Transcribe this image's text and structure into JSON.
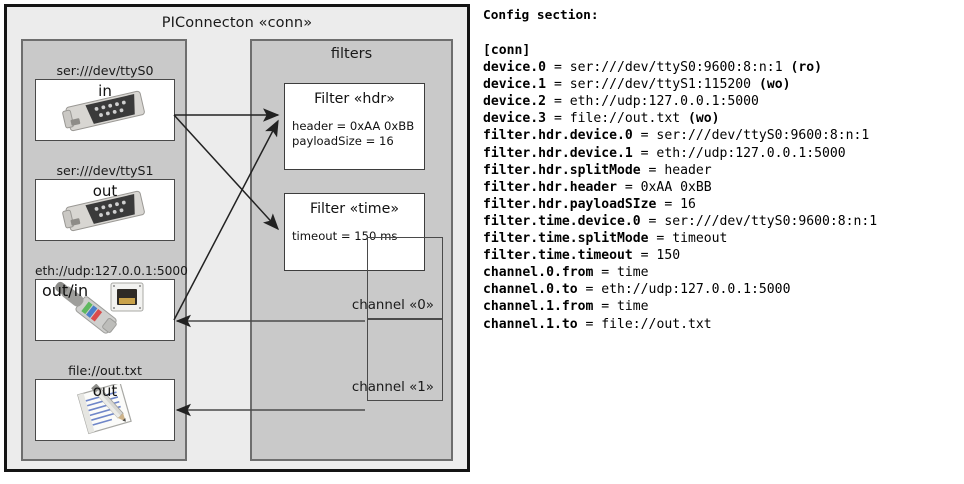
{
  "diagram": {
    "title": "PIConnecton «conn»",
    "devices_panel": {
      "groups": [
        {
          "label": "ser:///dev/ttyS0",
          "direction": "in",
          "icon": "serial-port-icon"
        },
        {
          "label": "ser:///dev/ttyS1",
          "direction": "out",
          "icon": "serial-port-icon"
        },
        {
          "label": "eth://udp:127.0.0.1:5000",
          "direction": "out/in",
          "icon": "ethernet-plug-icon"
        },
        {
          "label": "file://out.txt",
          "direction": "out",
          "icon": "text-file-icon"
        }
      ]
    },
    "filters_panel": {
      "title": "filters",
      "filters": [
        {
          "title": "Filter «hdr»",
          "props": [
            "header = 0xAA 0xBB",
            "payloadSize = 16"
          ]
        },
        {
          "title": "Filter «time»",
          "props": [
            "timeout = 150 ms"
          ]
        }
      ],
      "channels": [
        {
          "label": "channel «0»"
        },
        {
          "label": "channel «1»"
        }
      ]
    }
  },
  "config": {
    "heading": "Config section:",
    "lines": [
      {
        "key": "[conn]",
        "value": "",
        "flag": ""
      },
      {
        "key": "device.0",
        "value": " = ser:///dev/ttyS0:9600:8:n:1 ",
        "flag": "(ro)"
      },
      {
        "key": "device.1",
        "value": " = ser:///dev/ttyS1:115200 ",
        "flag": "(wo)"
      },
      {
        "key": "device.2",
        "value": " = eth://udp:127.0.0.1:5000",
        "flag": ""
      },
      {
        "key": "device.3",
        "value": " = file://out.txt ",
        "flag": "(wo)"
      },
      {
        "key": "filter.hdr.device.0",
        "value": " = ser:///dev/ttyS0:9600:8:n:1",
        "flag": ""
      },
      {
        "key": "filter.hdr.device.1",
        "value": " = eth://udp:127.0.0.1:5000",
        "flag": ""
      },
      {
        "key": "filter.hdr.splitMode",
        "value": " = header",
        "flag": ""
      },
      {
        "key": "filter.hdr.header",
        "value": " = 0xAA 0xBB",
        "flag": ""
      },
      {
        "key": "filter.hdr.payloadSIze",
        "value": " = 16",
        "flag": ""
      },
      {
        "key": "filter.time.device.0",
        "value": " = ser:///dev/ttyS0:9600:8:n:1",
        "flag": ""
      },
      {
        "key": "filter.time.splitMode",
        "value": " = timeout",
        "flag": ""
      },
      {
        "key": "filter.time.timeout",
        "value": " = 150",
        "flag": ""
      },
      {
        "key": "channel.0.from",
        "value": " = time",
        "flag": ""
      },
      {
        "key": "channel.0.to",
        "value": " = eth://udp:127.0.0.1:5000",
        "flag": ""
      },
      {
        "key": "channel.1.from",
        "value": " = time",
        "flag": ""
      },
      {
        "key": "channel.1.to",
        "value": " = file://out.txt",
        "flag": ""
      }
    ]
  },
  "colors": {
    "page_bg": "#ffffff",
    "diagram_bg": "#ececec",
    "panel_bg": "#c9c9c9",
    "panel_border": "#6e6e6e",
    "box_bg": "#ffffff",
    "outer_border": "#141414",
    "arrow": "#222222"
  }
}
